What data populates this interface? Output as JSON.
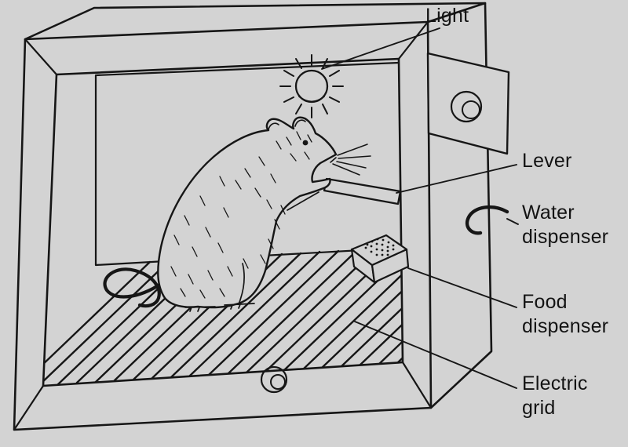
{
  "figure_type": "line-drawing diagram of an operant conditioning (Skinner box) chamber with a rat",
  "labels": {
    "light": "Light",
    "lever": "Lever",
    "water_dispenser": "Water dispenser",
    "food_dispenser": "Food dispenser",
    "electric_grid": "Electric grid"
  },
  "colors": {
    "background": "#d3d3d3",
    "ink": "#161616"
  }
}
